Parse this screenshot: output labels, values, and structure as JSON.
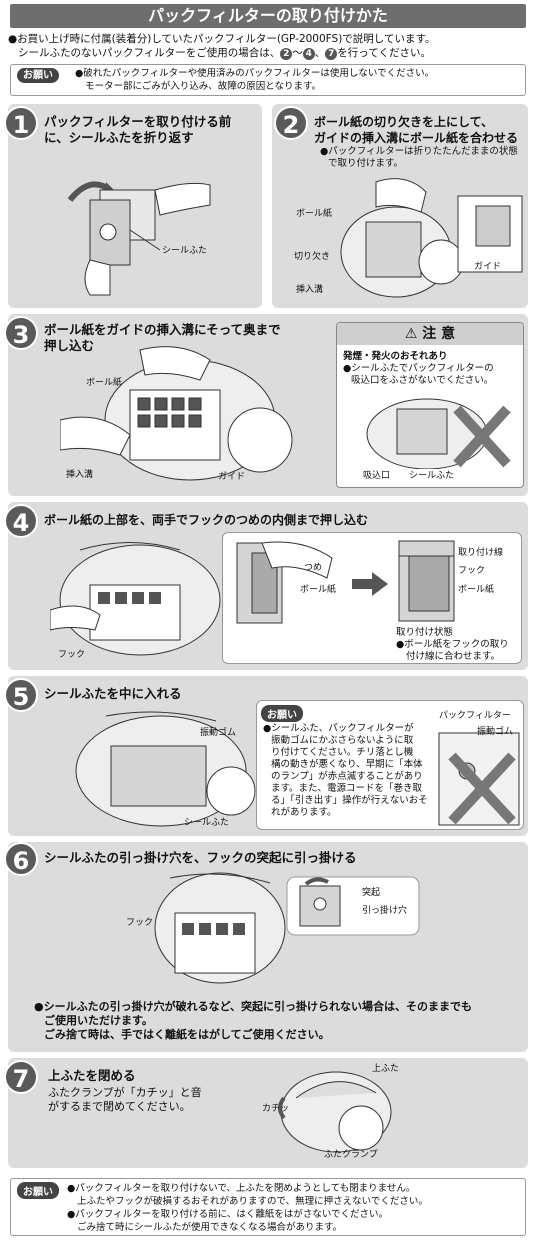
{
  "title": "パックフィルターの取り付けかた",
  "intro": {
    "line1": "●お買い上げ時に付属(装着分)していたパックフィルター(GP-2000FS)で説明しています。",
    "line2_a": "シールふたのないパックフィルターをご使用の場合は、",
    "n2": "2",
    "tilde": "～",
    "n4": "4",
    "comma": "、",
    "n7": "7",
    "line2_b": "を行ってください。"
  },
  "top_note": {
    "badge": "お願い",
    "line1": "●破れたパックフィルターや使用済みのパックフィルターは使用しないでください。",
    "line2": "モーター部にごみが入り込み、故障の原因となります。"
  },
  "step1": {
    "num": "1",
    "title_l1": "パックフィルターを取り付ける前",
    "title_l2": "に、シールふたを折り返す",
    "label_seal": "シールふた"
  },
  "step2": {
    "num": "2",
    "title_l1": "ボール紙の切り欠きを上にして、",
    "title_l2": "ガイドの挿入溝にボール紙を合わせる",
    "note_l1": "●パックフィルターは折りたたんだままの状態",
    "note_l2": "で取り付けます。",
    "label_board": "ボール紙",
    "label_notch": "切り欠き",
    "label_slot": "挿入溝",
    "label_guide": "ガイド"
  },
  "step3": {
    "num": "3",
    "title_l1": "ボール紙をガイドの挿入溝にそって奥まで",
    "title_l2": "押し込む",
    "label_board": "ボール紙",
    "label_slot": "挿入溝",
    "label_guide": "ガイド",
    "caution_head": "注 意",
    "caution_title": "発煙・発火のおそれあり",
    "caution_l1": "●シールふたでパックフィルターの",
    "caution_l2": "吸込口をふさがないでください。",
    "label_inlet": "吸込口",
    "label_seal": "シールふた"
  },
  "step4": {
    "num": "4",
    "title": "ボール紙の上部を、両手でフックのつめの内側まで押し込む",
    "label_hook": "フック",
    "label_claw": "つめ",
    "label_board": "ボール紙",
    "label_line": "取り付け線",
    "label_hook2": "フック",
    "label_board2": "ボール紙",
    "state_title": "取り付け状態",
    "state_l1": "●ボール紙をフックの取り",
    "state_l2": "付け線に合わせます。"
  },
  "step5": {
    "num": "5",
    "title": "シールふたを中に入れる",
    "label_rubber": "振動ゴム",
    "label_seal": "シールふた",
    "badge": "お願い",
    "note_lines": [
      "●シールふた、パックフィルターが",
      "振動ゴムにかぶさらないように取",
      "り付けてください。チリ落とし機",
      "構の動きが悪くなり、早期に「本体",
      "のランプ」が赤点滅することがあり",
      "ます。また、電源コードを「巻き取",
      "る」「引き出す」操作が行えないおそ",
      "れがあります。"
    ],
    "label_pack": "パックフィルター",
    "label_rubber2": "振動ゴム"
  },
  "step6": {
    "num": "6",
    "title": "シールふたの引っ掛け穴を、フックの突起に引っ掛ける",
    "label_hook": "フック",
    "label_protrusion": "突起",
    "label_hole": "引っ掛け穴",
    "note_l1": "●シールふたの引っ掛け穴が破れるなど、突起に引っ掛けられない場合は、そのままでも",
    "note_l2": "ご使用いただけます。",
    "note_l3": "ごみ捨て時は、手ではく離紙をはがしてご使用ください。"
  },
  "step7": {
    "num": "7",
    "title": "上ふたを閉める",
    "note_l1": "ふたクランプが「カチッ」と音",
    "note_l2": "がするまで閉めてください。",
    "label_lid": "上ふた",
    "label_click": "カチッ",
    "label_clamp": "ふたクランプ"
  },
  "bottom_note": {
    "badge": "お願い",
    "lines": [
      "●パックフィルターを取り付けないで、上ふたを閉めようとしても閉まりません。",
      "上ふたやフックが破損するおそれがありますので、無理に押さえないでください。",
      "●パックフィルターを取り付ける前に、はく離紙をはがさないでください。",
      "ごみ捨て時にシールふたが使用できなくなる場合があります。"
    ]
  }
}
